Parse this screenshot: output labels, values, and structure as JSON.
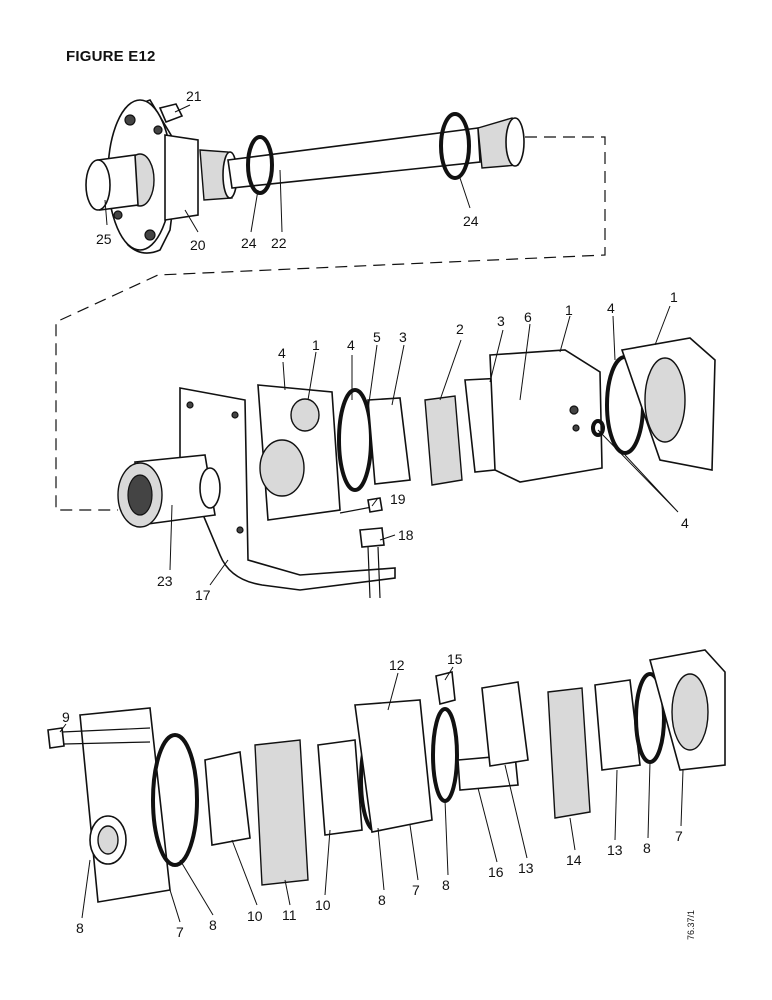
{
  "figure": {
    "title": "FIGURE E12",
    "ref_code": "76.37/1"
  },
  "callouts": {
    "top": [
      "21",
      "25",
      "20",
      "24",
      "22",
      "24"
    ],
    "middle": [
      "4",
      "1",
      "4",
      "5",
      "3",
      "2",
      "3",
      "6",
      "1",
      "4",
      "1",
      "4",
      "19",
      "18",
      "23",
      "17"
    ],
    "bottom": [
      "12",
      "15",
      "9",
      "8",
      "7",
      "8",
      "10",
      "11",
      "10",
      "8",
      "7",
      "8",
      "16",
      "13",
      "14",
      "13",
      "8",
      "7"
    ]
  }
}
